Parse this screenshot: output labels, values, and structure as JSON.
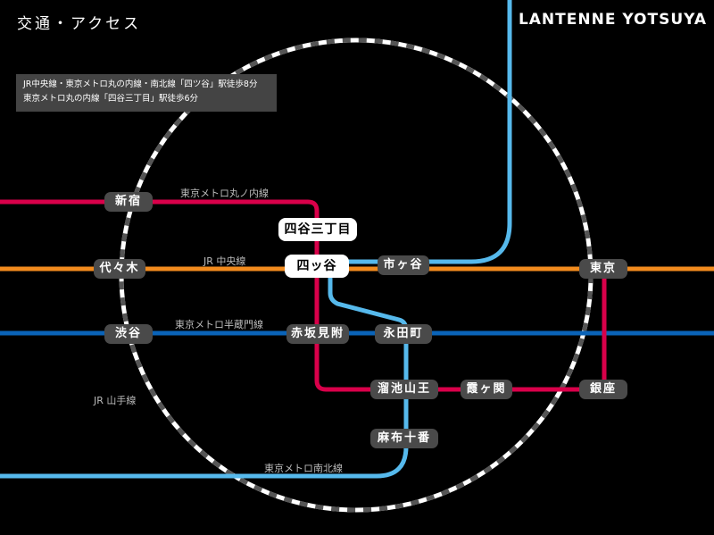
{
  "header": {
    "title": "交通・アクセス",
    "brand": "LANTENNE YOTSUYA"
  },
  "access": {
    "line1": "JR中央線・東京メトロ丸の内線・南北線「四ツ谷」駅徒歩8分",
    "line2": "東京メトロ丸の内線「四谷三丁目」駅徒歩6分"
  },
  "lines": {
    "marunouchi": {
      "label": "東京メトロ丸ノ内線",
      "color": "#d9004a"
    },
    "chuo": {
      "label": "JR 中央線",
      "color": "#f28b1e"
    },
    "hanzomon": {
      "label": "東京メトロ半蔵門線",
      "color": "#0a63b8"
    },
    "yamanote": {
      "label": "JR 山手線",
      "color": "#ffffff"
    },
    "namboku": {
      "label": "東京メトロ南北線",
      "color": "#56b9ec"
    }
  },
  "stations": {
    "shinjuku": "新宿",
    "yotsuya_sanchome": "四谷三丁目",
    "yoyogi": "代々木",
    "yotsuya": "四ッ谷",
    "ichigaya": "市ヶ谷",
    "tokyo": "東京",
    "shibuya": "渋谷",
    "akasaka_mitsuke": "赤坂見附",
    "nagatacho": "永田町",
    "tameike_sanno": "溜池山王",
    "kasumigaseki": "霞ヶ関",
    "ginza": "銀座",
    "azabu_juban": "麻布十番"
  }
}
